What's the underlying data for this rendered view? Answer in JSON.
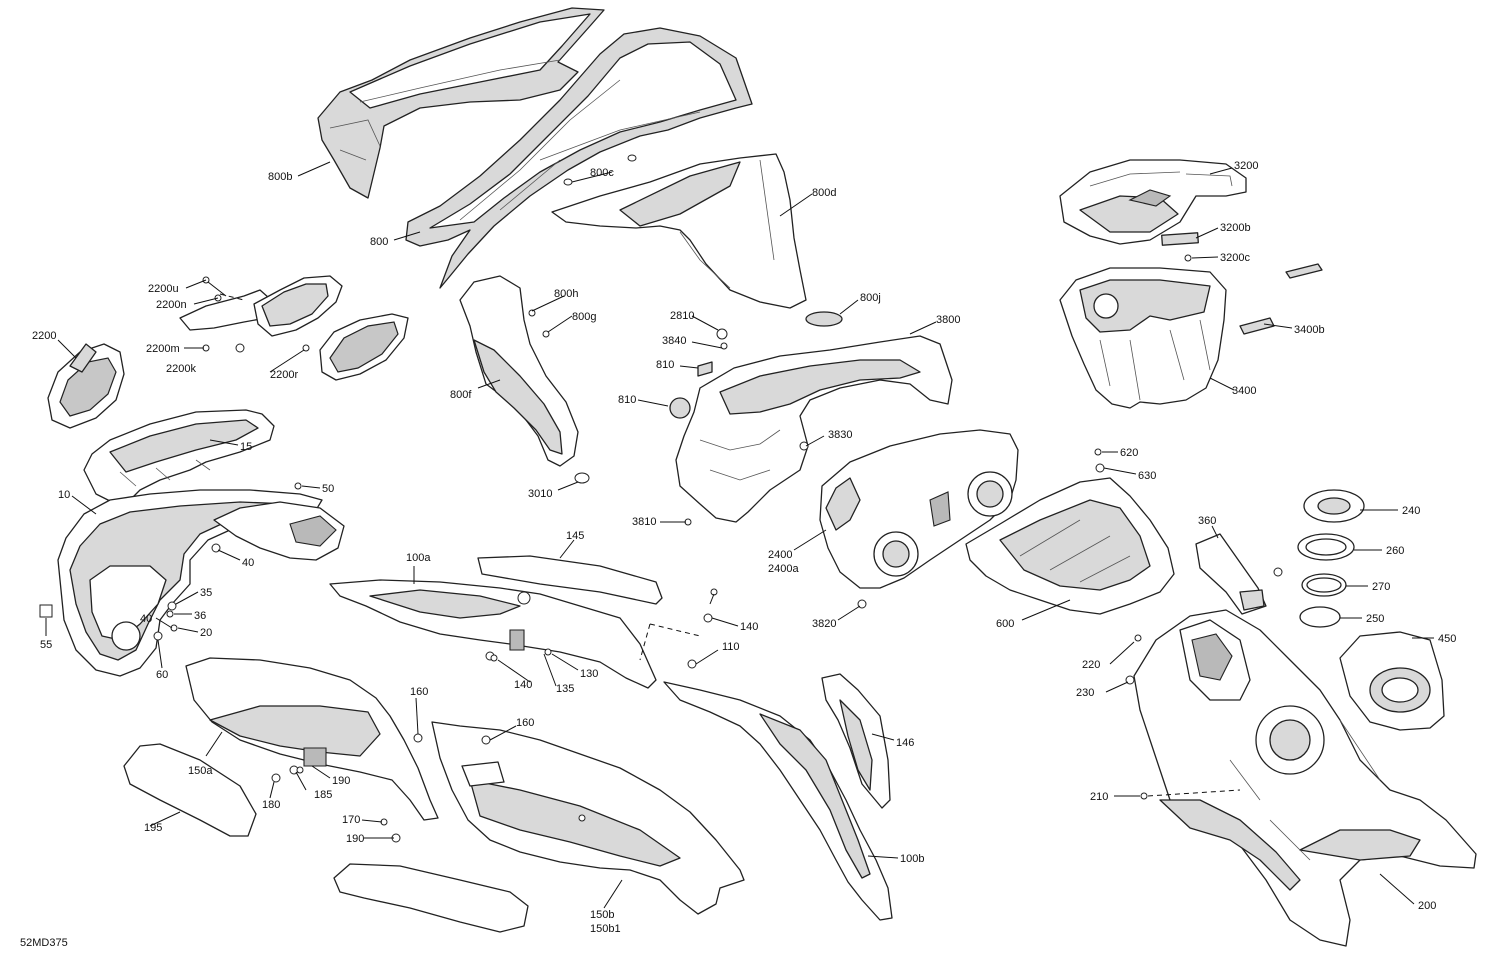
{
  "diagram": {
    "doc_code": "52MD375",
    "callouts": {
      "c800b": "800b",
      "c800c": "800c",
      "c800d": "800d",
      "c800": "800",
      "c800h": "800h",
      "c800g": "800g",
      "c800f": "800f",
      "c800j": "800j",
      "c3200": "3200",
      "c3200b": "3200b",
      "c3200c": "3200c",
      "c3400b": "3400b",
      "c3400": "3400",
      "c2200u": "2200u",
      "c2200n": "2200n",
      "c2200": "2200",
      "c2200m": "2200m",
      "c2200k": "2200k",
      "c2200r": "2200r",
      "c15": "15",
      "c10": "10",
      "c50": "50",
      "c40a": "40",
      "c35": "35",
      "c36": "36",
      "c40b": "40",
      "c20": "20",
      "c55": "55",
      "c60": "60",
      "c2810": "2810",
      "c3840": "3840",
      "c810a": "810",
      "c810b": "810",
      "c3800": "3800",
      "c3830": "3830",
      "c3010": "3010",
      "c3810": "3810",
      "c2400": "2400",
      "c2400a": "2400a",
      "c3820": "3820",
      "c620": "620",
      "c630": "630",
      "c600": "600",
      "c145": "145",
      "c100a": "100a",
      "c140a": "140",
      "c140b": "140",
      "c135": "135",
      "c130": "130",
      "c110": "110",
      "c146": "146",
      "c100b": "100b",
      "c150a": "150a",
      "c160a": "160",
      "c160b": "160",
      "c190a": "190",
      "c185": "185",
      "c180": "180",
      "c170": "170",
      "c190b": "190",
      "c195": "195",
      "c150b": "150b",
      "c150b1": "150b1",
      "c360": "360",
      "c240": "240",
      "c260": "260",
      "c270": "270",
      "c250": "250",
      "c450": "450",
      "c220": "220",
      "c230": "230",
      "c210": "210",
      "c200": "200"
    }
  }
}
